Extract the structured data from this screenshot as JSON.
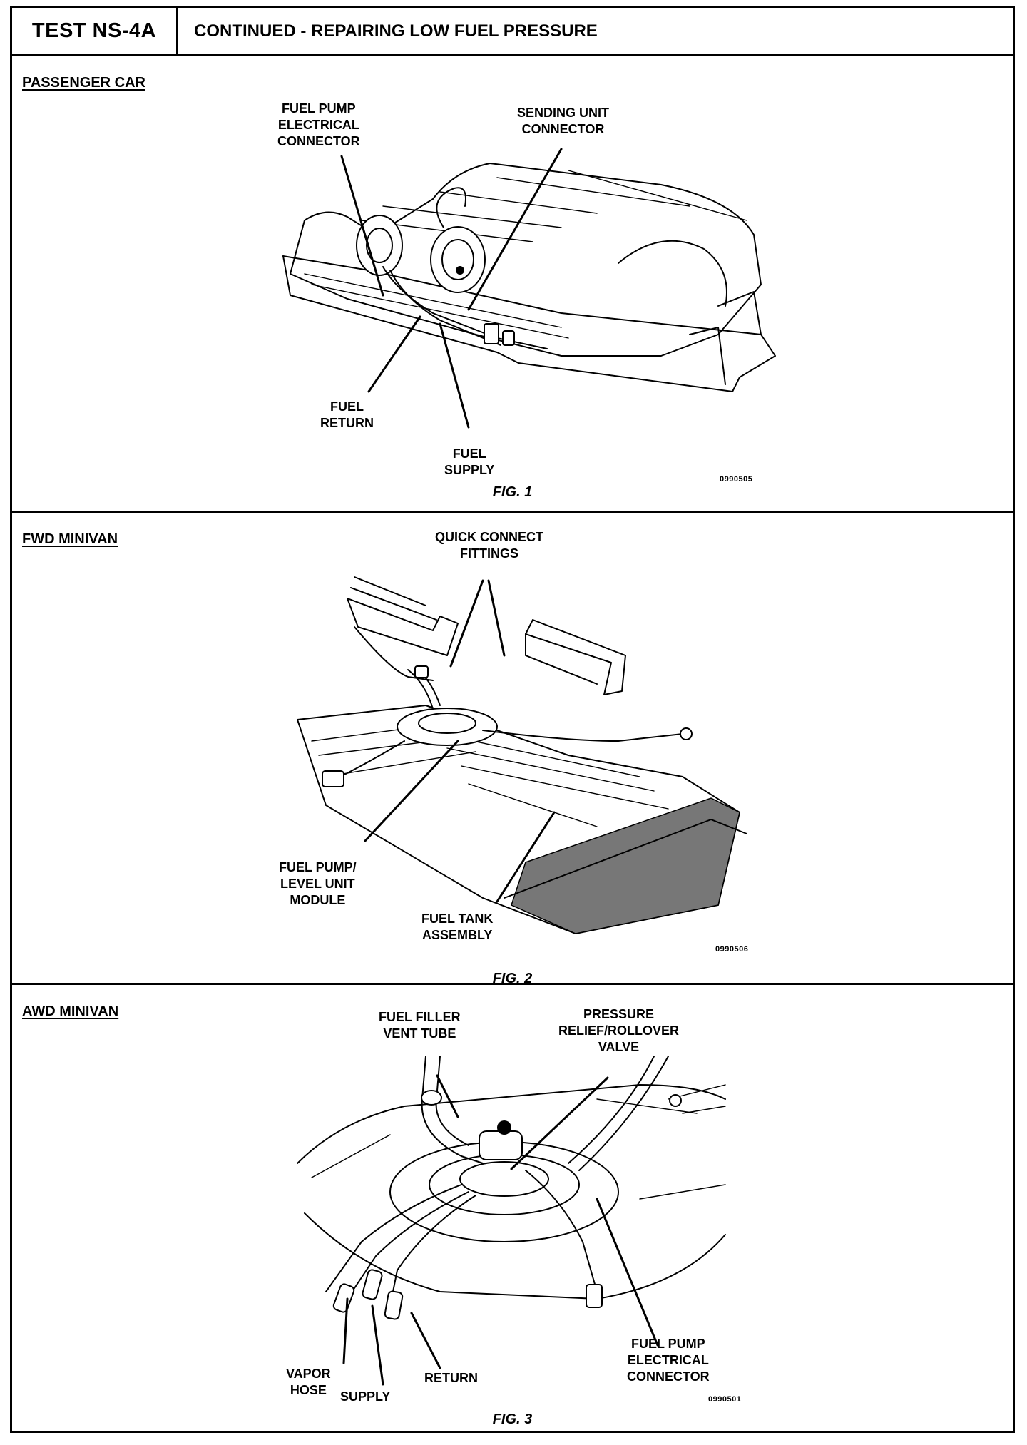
{
  "header": {
    "test_id": "TEST NS-4A",
    "title": "CONTINUED - REPAIRING LOW FUEL PRESSURE"
  },
  "sections": [
    {
      "title": "PASSENGER CAR",
      "figure": "FIG. 1",
      "ref_code": "0990505",
      "labels": {
        "fuel_pump_connector": "FUEL PUMP\nELECTRICAL\nCONNECTOR",
        "sending_unit_connector": "SENDING UNIT\nCONNECTOR",
        "fuel_return": "FUEL\nRETURN",
        "fuel_supply": "FUEL\nSUPPLY"
      }
    },
    {
      "title": "FWD MINIVAN",
      "figure": "FIG. 2",
      "ref_code": "0990506",
      "labels": {
        "quick_connect": "QUICK CONNECT\nFITTINGS",
        "pump_module": "FUEL PUMP/\nLEVEL UNIT\nMODULE",
        "tank_assembly": "FUEL TANK\nASSEMBLY"
      }
    },
    {
      "title": "AWD MINIVAN",
      "figure": "FIG. 3",
      "ref_code": "0990501",
      "labels": {
        "filler_vent_tube": "FUEL FILLER\nVENT TUBE",
        "rollover_valve": "PRESSURE\nRELIEF/ROLLOVER\nVALVE",
        "pump_connector": "FUEL PUMP\nELECTRICAL\nCONNECTOR",
        "vapor_hose": "VAPOR\nHOSE",
        "supply": "SUPPLY",
        "return": "RETURN"
      }
    }
  ]
}
